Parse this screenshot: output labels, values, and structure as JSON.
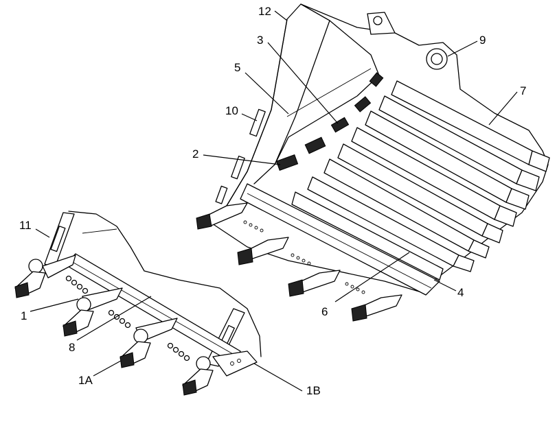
{
  "callouts": [
    {
      "id": "c12",
      "text": "12"
    },
    {
      "id": "c3",
      "text": "3"
    },
    {
      "id": "c9",
      "text": "9"
    },
    {
      "id": "c5",
      "text": "5"
    },
    {
      "id": "c7",
      "text": "7"
    },
    {
      "id": "c10",
      "text": "10"
    },
    {
      "id": "c2",
      "text": "2"
    },
    {
      "id": "c11",
      "text": "11"
    },
    {
      "id": "c4",
      "text": "4"
    },
    {
      "id": "c6",
      "text": "6"
    },
    {
      "id": "c1",
      "text": "1"
    },
    {
      "id": "c8",
      "text": "8"
    },
    {
      "id": "c1a",
      "text": "1A"
    },
    {
      "id": "c1b",
      "text": "1B"
    }
  ]
}
